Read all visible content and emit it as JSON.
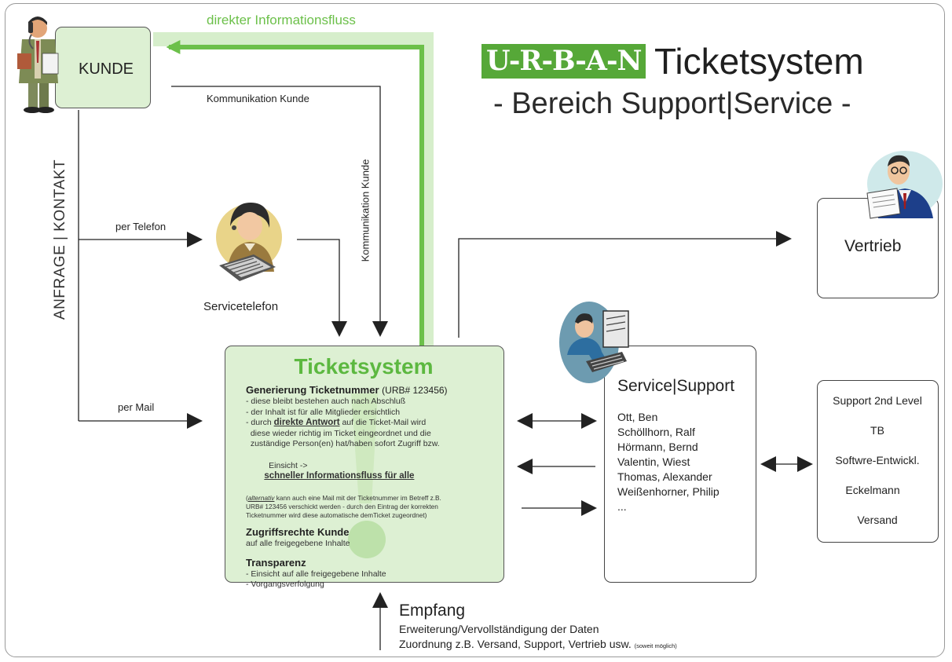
{
  "title": {
    "brand": "U-R-B-A-N",
    "name": "Ticketsystem",
    "subtitle": "- Bereich Support|Service -"
  },
  "flow": {
    "direct": "direkter Informationsfluss",
    "komm_h": "Kommunikation Kunde",
    "komm_v": "Kommunikation Kunde",
    "anfrage": "ANFRAGE | KONTAKT",
    "per_telefon": "per Telefon",
    "per_mail": "per Mail"
  },
  "nodes": {
    "kunde": "KUNDE",
    "servicetelefon": "Servicetelefon",
    "vertrieb": "Vertrieb",
    "service_title": "Service|Support",
    "service_names": [
      "Ott, Ben",
      "Schöllhorn, Ralf",
      "Hörmann, Bernd",
      "Valentin, Wiest",
      "Thomas, Alexander",
      "Weißenhorner, Philip",
      "..."
    ],
    "second_level": [
      "Support 2nd Level",
      "TB",
      "Softwre-Entwickl.",
      "Eckelmann",
      "Versand"
    ]
  },
  "ticketsystem": {
    "title": "Ticketsystem",
    "gen_head": "Generierung Ticketnummer",
    "gen_code": "(URB# 123456)",
    "gen_l1": "- diese bleibt bestehen auch nach Abschluß",
    "gen_l2": "- der Inhalt ist für alle Mitglieder ersichtlich",
    "gen_l3_pre": "- durch",
    "gen_l3_link": "direkte Antwort",
    "gen_l3_post": "auf die Ticket-Mail wird",
    "gen_l4": "  diese wieder richtig im Ticket eingeordnet und die",
    "gen_l5": "  zuständige Person(en) hat/haben sofort Zugriff bzw.",
    "gen_l6_pre": "  Einsicht ->",
    "gen_l6_link": "schneller Informationsfluss für alle",
    "alt_word": "alternativ",
    "alt_l1": "kann auch eine Mail mit der Ticketnummer im Betreff z.B.",
    "alt_l2": "URB# 123456 verschickt werden - durch den Eintrag der korrekten",
    "alt_l3": "Ticketnummer wird diese automatische demTicket zugeordnet)",
    "zug_head": "Zugriffsrechte Kunde",
    "zug_l1": "auf alle freigegebene Inhalte",
    "tra_head": "Transparenz",
    "tra_l1": "- Einsicht auf alle freigegebene Inhalte",
    "tra_l2": "- Vorgangsverfolgung"
  },
  "empfang": {
    "title": "Empfang",
    "l1": "Erweiterung/Vervollständigung der Daten",
    "l2": "Zuordnung z.B. Versand, Support, Vertrieb usw.",
    "small": "(soweit möglich)"
  },
  "colors": {
    "accent": "#6cc04a",
    "accent_light": "#d6eecb",
    "box_green": "#ddf0d3",
    "brand_bg": "#56a838",
    "line": "#222222"
  }
}
